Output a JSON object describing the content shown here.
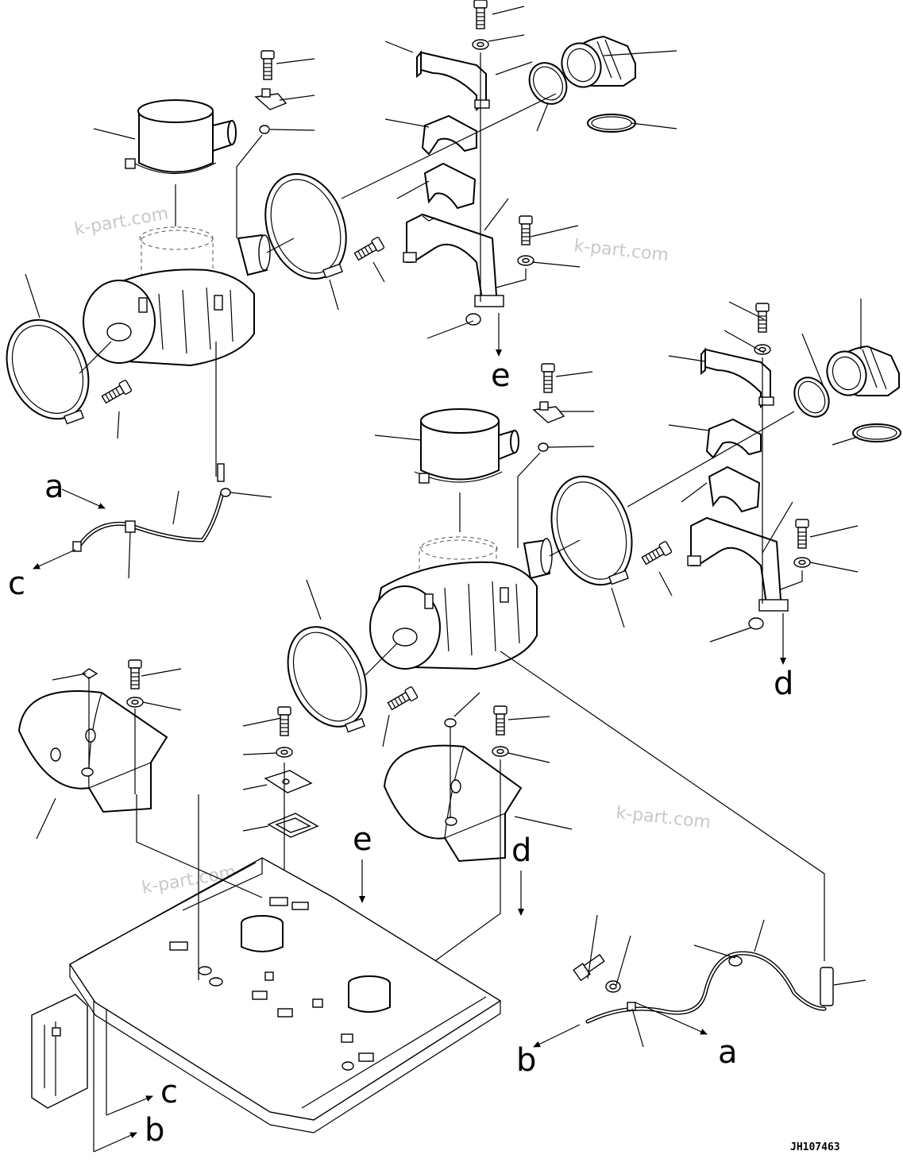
{
  "diagram": {
    "view_labels": {
      "a": "a",
      "b": "b",
      "c": "c",
      "d": "d",
      "e": "e"
    },
    "watermark": "k-part.com",
    "drawing_code": "JH107463"
  }
}
